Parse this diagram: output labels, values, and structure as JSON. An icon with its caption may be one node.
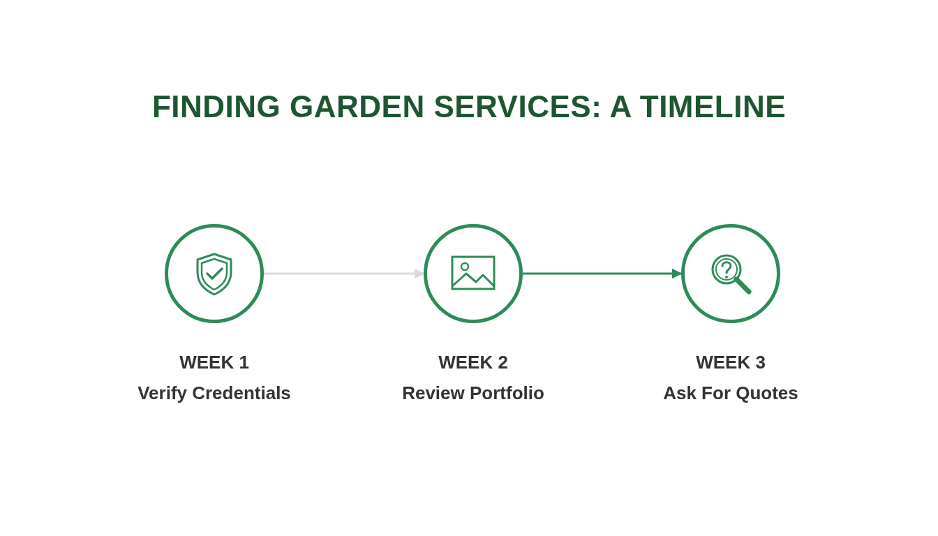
{
  "diagram": {
    "title": "FINDING GARDEN SERVICES: A TIMELINE",
    "nodes": [
      {
        "text": [],
        "shape": "circle",
        "beside": [
          "WEEK 1",
          "Verify Credentials"
        ]
      },
      {
        "text": [],
        "shape": "circle",
        "beside": [
          "WEEK 2",
          "Review Portfolio"
        ]
      },
      {
        "text": [],
        "shape": "circle",
        "beside": [
          "WEEK 3",
          "Ask For Quotes"
        ]
      }
    ],
    "edges": [
      {
        "from": 0,
        "to": 1,
        "arrow": "to",
        "color": "#d9d9d9"
      },
      {
        "from": 1,
        "to": 2,
        "arrow": "to",
        "color": "#2e8b57"
      }
    ]
  }
}
